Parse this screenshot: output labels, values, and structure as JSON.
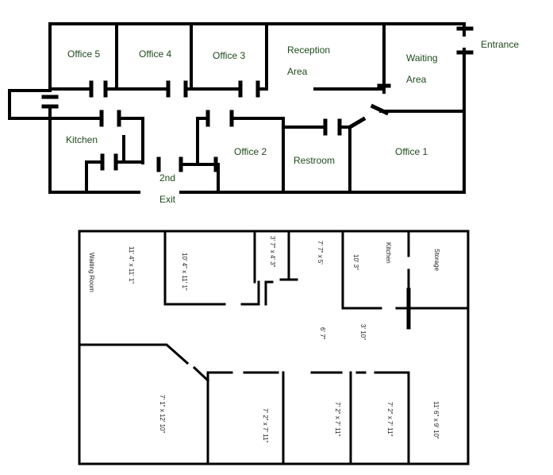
{
  "plan1": {
    "rooms": {
      "office5": "Office 5",
      "office4": "Office 4",
      "office3": "Office 3",
      "reception_line1": "Reception",
      "reception_line2": "Area",
      "waiting_line1": "Waiting",
      "waiting_line2": "Area",
      "entrance": "Entrance",
      "kitchen": "Kitchen",
      "office2": "Office 2",
      "restroom": "Restroom",
      "office1": "Office 1",
      "exit_line1": "2nd",
      "exit_line2": "Exit"
    }
  },
  "plan2": {
    "labels": {
      "waiting_room": "Waiting Room",
      "dim_waiting": "11' 4\" x 11' 1\"",
      "dim_office_a": "10' 4\" x 11' 1\"",
      "dim_closet": "3' 7\" x 4' 3\"",
      "dim_small": "7' 7\" x 5'",
      "dim_kitchen_w": "10' 3\"",
      "kitchen": "Kitchen",
      "storage": "Storage",
      "hall_a": "6' 7\"",
      "hall_b": "3' 10\"",
      "dim_large": "7' 1\" x 12' 10\"",
      "dim_room1": "7' 2\" x 7' 11\"",
      "dim_room2": "7' 2\" x 7' 11\"",
      "dim_room3": "7' 2\" x 7' 11\"",
      "dim_corner": "11' 6\" x 9' 10\""
    }
  }
}
